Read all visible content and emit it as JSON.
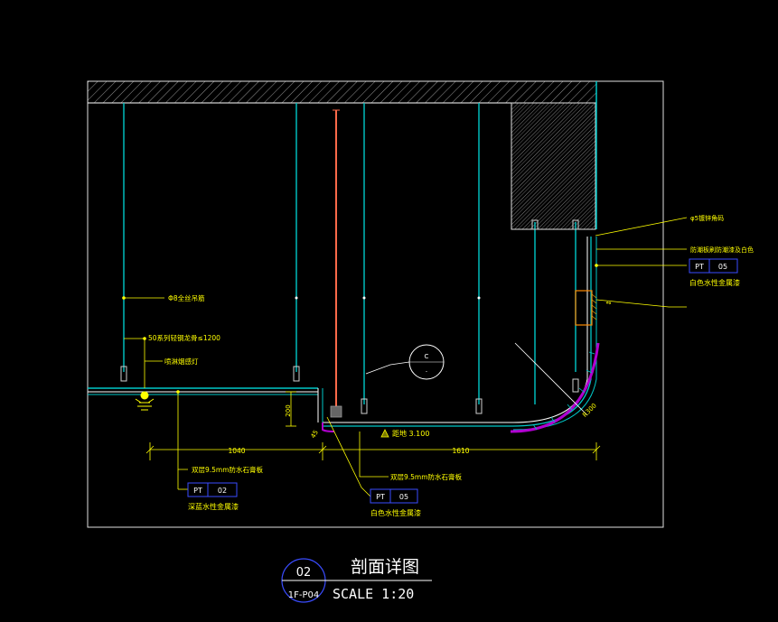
{
  "colors": {
    "background": "#000000",
    "frame": "#ffffff",
    "hatch": "#cfcfcf",
    "hanger": "#00c8c8",
    "leader": "#ffff00",
    "tag_box": "#3a4cff",
    "finish": "#b000d0",
    "pipe": "#ff6a4a",
    "dimension": "#ffff00",
    "green": "#00cc00"
  },
  "labels": {
    "steel_rod": "Φ8全丝吊筋",
    "main_keel": "50系列轻钢龙骨≤1200",
    "sprinkler": "喷淋烟感灯",
    "angle_code": "φ5镀锌角码",
    "moisture": "防潮板刷防潮漆及白色",
    "bottom_board_left": "双层9.5mm防水石膏板",
    "bottom_board_right": "双层9.5mm防水石膏板",
    "elevation": "距地 3.100",
    "height_dim": "200",
    "small_dim": "45",
    "radius": "R300",
    "dim_left": "1040",
    "dim_right": "1610",
    "callout_circle": "C"
  },
  "tags": [
    {
      "code": "PT",
      "num": "02",
      "text": "深蓝水性金属漆"
    },
    {
      "code": "PT",
      "num": "05",
      "text": "白色水性金属漆"
    },
    {
      "code": "PT",
      "num": "05",
      "text": "白色水性金属漆"
    }
  ],
  "title_block": {
    "number": "02",
    "sheet": "1F-P04",
    "title": "剖面详图",
    "scale": "SCALE 1:20"
  }
}
